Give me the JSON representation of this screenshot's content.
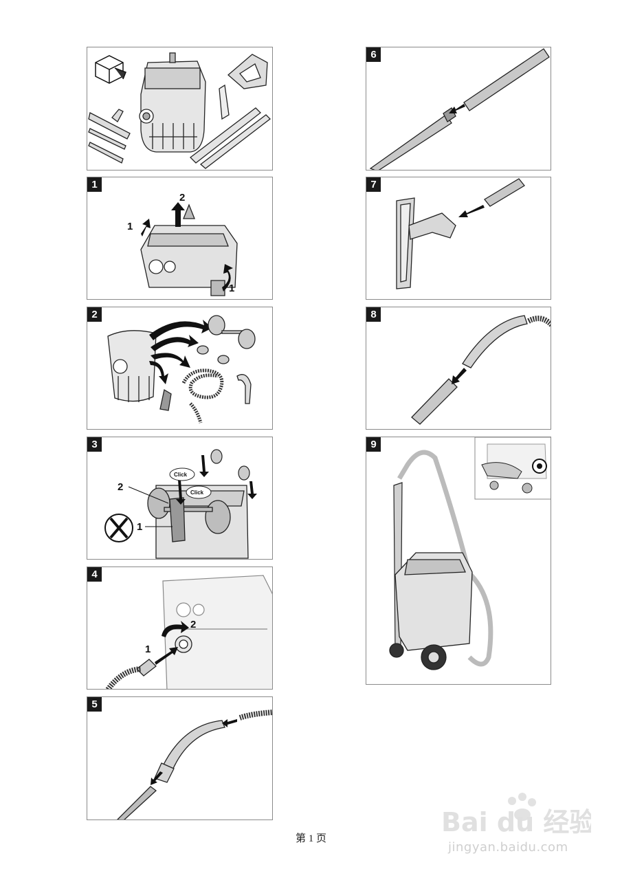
{
  "steps": [
    {
      "id": "0",
      "label": "",
      "callouts": []
    },
    {
      "id": "1",
      "label": "1",
      "callouts": [
        "1",
        "2",
        "1"
      ]
    },
    {
      "id": "2",
      "label": "2",
      "callouts": []
    },
    {
      "id": "3",
      "label": "3",
      "callouts": [
        "2",
        "1"
      ],
      "click": [
        "Click",
        "Click"
      ]
    },
    {
      "id": "4",
      "label": "4",
      "callouts": [
        "1",
        "2"
      ]
    },
    {
      "id": "5",
      "label": "5",
      "callouts": []
    },
    {
      "id": "6",
      "label": "6",
      "callouts": []
    },
    {
      "id": "7",
      "label": "7",
      "callouts": []
    },
    {
      "id": "8",
      "label": "8",
      "callouts": []
    },
    {
      "id": "9",
      "label": "9",
      "callouts": []
    }
  ],
  "footer": {
    "text": "第 1 页"
  },
  "watermark": {
    "brand": "Bai du 经验",
    "url": "jingyan.baidu.com"
  },
  "colors": {
    "line": "#1a1a1a",
    "fill_light": "#d6d6d6",
    "fill_mid": "#a8a8a8",
    "arrow": "#111111"
  }
}
